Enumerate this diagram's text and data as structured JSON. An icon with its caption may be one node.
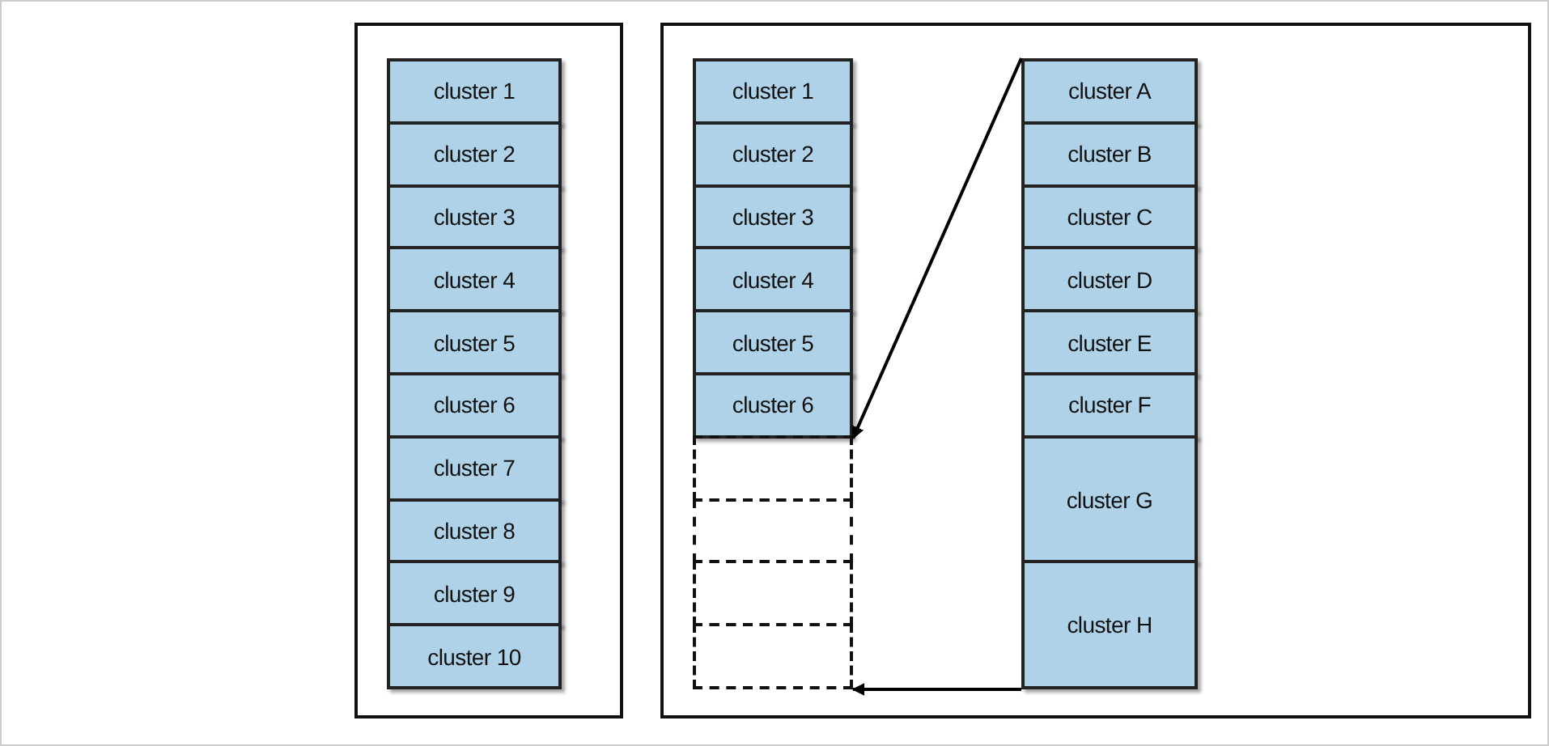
{
  "diagram": {
    "nodes": [
      {
        "text": [],
        "shape": "box"
      },
      {
        "text": [
          "cluster 1"
        ],
        "in": 0
      },
      {
        "text": [
          "cluster 2"
        ],
        "in": 0
      },
      {
        "text": [
          "cluster 3"
        ],
        "in": 0
      },
      {
        "text": [
          "cluster 4"
        ],
        "in": 0
      },
      {
        "text": [
          "cluster 5"
        ],
        "in": 0
      },
      {
        "text": [
          "cluster 6"
        ],
        "in": 0
      },
      {
        "text": [
          "cluster 7"
        ],
        "in": 0
      },
      {
        "text": [
          "cluster 8"
        ],
        "in": 0
      },
      {
        "text": [
          "cluster 9"
        ],
        "in": 0
      },
      {
        "text": [
          "cluster 10"
        ],
        "in": 0
      },
      {
        "text": [],
        "shape": "box"
      },
      {
        "text": [
          "cluster 1"
        ],
        "in": 11
      },
      {
        "text": [
          "cluster 2"
        ],
        "in": 11
      },
      {
        "text": [
          "cluster 3"
        ],
        "in": 11
      },
      {
        "text": [
          "cluster 4"
        ],
        "in": 11
      },
      {
        "text": [
          "cluster 5"
        ],
        "in": 11
      },
      {
        "text": [
          "cluster 6"
        ],
        "in": 11
      },
      {
        "text": [],
        "shape": "box",
        "in": 11
      },
      {
        "text": [],
        "shape": "box",
        "in": 11
      },
      {
        "text": [],
        "shape": "box",
        "in": 11
      },
      {
        "text": [],
        "shape": "box",
        "in": 11
      },
      {
        "text": [
          "cluster A"
        ],
        "in": 11
      },
      {
        "text": [
          "cluster B"
        ],
        "in": 11
      },
      {
        "text": [
          "cluster C"
        ],
        "in": 11
      },
      {
        "text": [
          "cluster D"
        ],
        "in": 11
      },
      {
        "text": [
          "cluster E"
        ],
        "in": 11
      },
      {
        "text": [
          "cluster F"
        ],
        "in": 11
      },
      {
        "text": [
          "cluster G"
        ],
        "in": 11
      },
      {
        "text": [
          "cluster H"
        ],
        "in": 11
      }
    ],
    "edges": [
      {
        "from": 22,
        "to": 17,
        "arrow": "to"
      },
      {
        "from": 29,
        "to": 21,
        "arrow": "to"
      }
    ]
  }
}
